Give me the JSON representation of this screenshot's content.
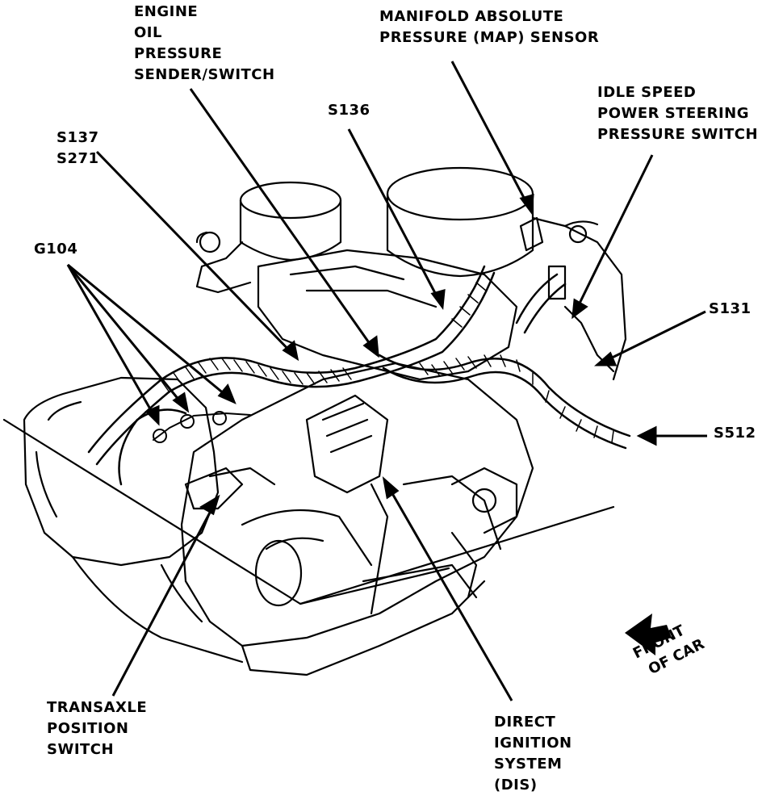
{
  "labels": {
    "engine_oil_pressure": [
      "ENGINE",
      "OIL",
      "PRESSURE",
      "SENDER/SWITCH"
    ],
    "map_sensor": [
      "MANIFOLD ABSOLUTE",
      "PRESSURE (MAP) SENSOR"
    ],
    "idle_speed": [
      "IDLE SPEED",
      "POWER STEERING",
      "PRESSURE SWITCH"
    ],
    "s136": "S136",
    "s137_s271": [
      "S137",
      "S271"
    ],
    "g104": "G104",
    "s131": "S131",
    "s512": "S512",
    "transaxle": [
      "TRANSAXLE",
      "POSITION",
      "SWITCH"
    ],
    "dis": [
      "DIRECT",
      "IGNITION",
      "SYSTEM",
      "(DIS)"
    ],
    "front_of_car": [
      "FRONT",
      "OF CAR"
    ]
  },
  "colors": {
    "ink": "#000000",
    "paper": "#ffffff"
  }
}
